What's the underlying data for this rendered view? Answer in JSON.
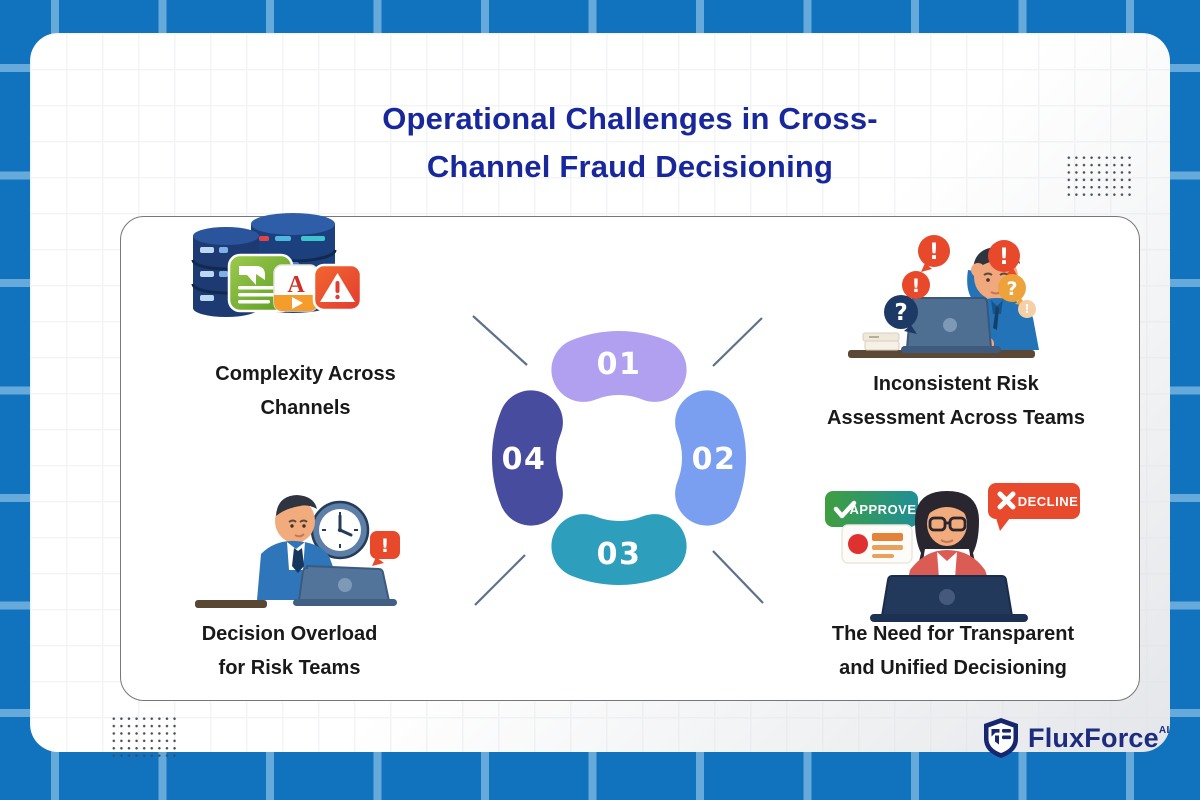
{
  "title": {
    "line1": "Operational Challenges in Cross-",
    "line2": "Channel Fraud Decisioning"
  },
  "wheel": {
    "segments": [
      {
        "number": "01",
        "color": "#b1a0ef",
        "position": "top"
      },
      {
        "number": "02",
        "color": "#7b9ff0",
        "position": "right"
      },
      {
        "number": "03",
        "color": "#2d9fbd",
        "position": "bottom"
      },
      {
        "number": "04",
        "color": "#484c9e",
        "position": "left"
      }
    ]
  },
  "quadrants": [
    {
      "id": "complexity",
      "label1": "Complexity Across",
      "label2": "Channels",
      "illustration": "database-stacks-with-channel-icons"
    },
    {
      "id": "inconsistent-risk",
      "label1": "Inconsistent Risk",
      "label2": "Assessment Across Teams",
      "illustration": "confused-analyst-with-alert-bubbles"
    },
    {
      "id": "decision-overload",
      "label1": "Decision Overload",
      "label2": "for Risk Teams",
      "illustration": "analyst-with-clock-and-alert"
    },
    {
      "id": "unified-decisioning",
      "label1": "The Need for Transparent",
      "label2": "and Unified Decisioning",
      "illustration": "reviewer-with-approve-decline-tags",
      "approve_label": "APPROVE",
      "decline_label": "DECLINE"
    }
  ],
  "logo": {
    "name": "FluxForce",
    "suffix": "AI"
  },
  "colors": {
    "background_blue": "#1173bd",
    "grid_line_blue": "#66aadb",
    "title_blue": "#18289c",
    "label_black": "#191919",
    "approve_green": "#2f9357",
    "decline_red": "#e84a2e",
    "logo_navy": "#1c2c7e"
  }
}
